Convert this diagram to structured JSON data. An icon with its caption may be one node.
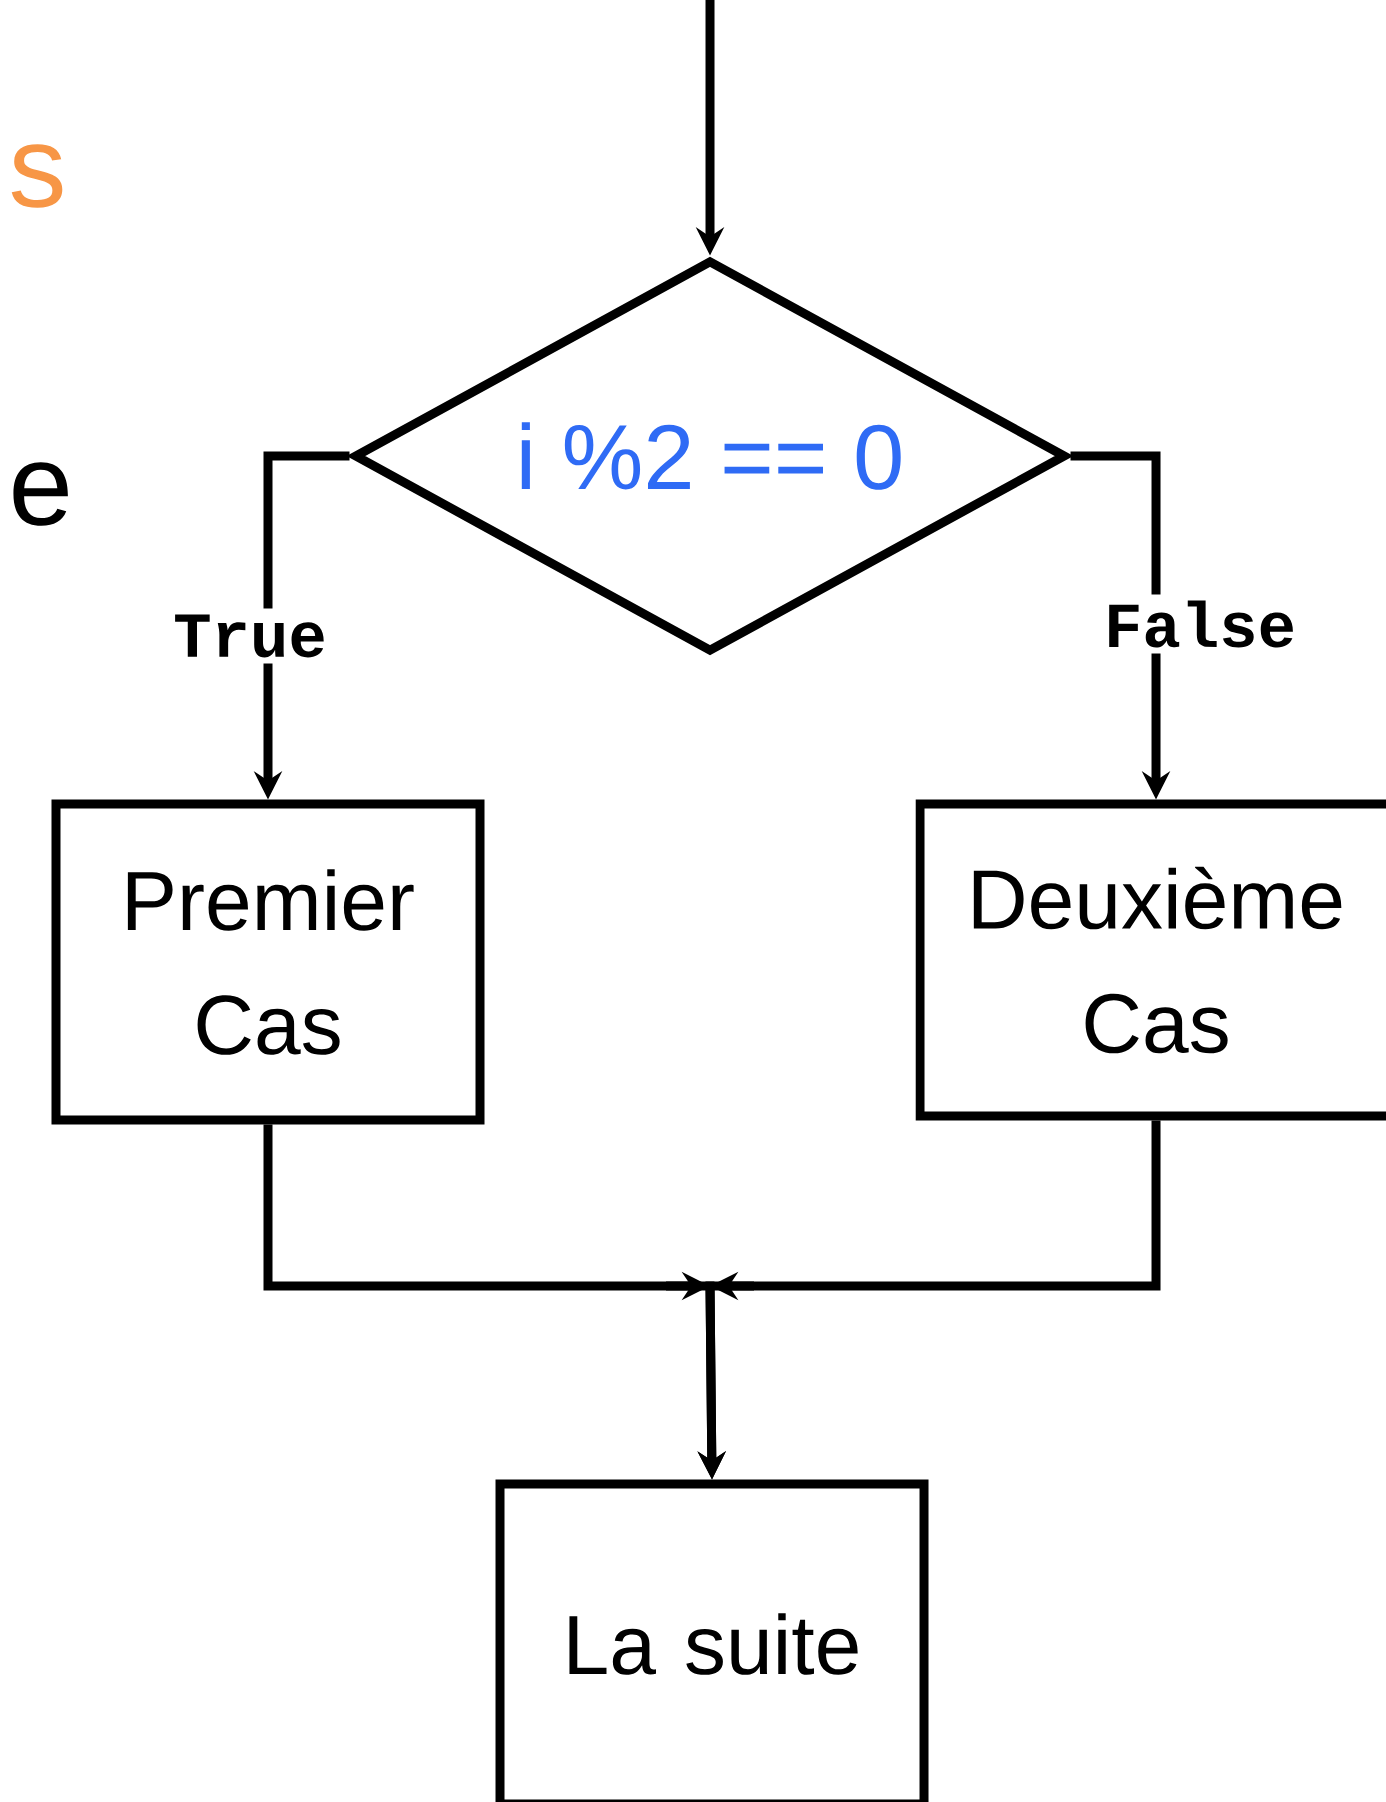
{
  "diagram": {
    "nodes": [
      {
        "text": [
          "i %2 == 0"
        ]
      },
      {
        "text": [
          "Premier Cas"
        ]
      },
      {
        "text": [
          "Deuxième Cas"
        ]
      },
      {
        "text": [
          "La suite"
        ]
      }
    ],
    "edges": [
      {
        "from": null,
        "to": 0,
        "arrow": "to"
      },
      {
        "from": 0,
        "to": 1,
        "arrow": "to",
        "label": "True"
      },
      {
        "from": 0,
        "to": 2,
        "arrow": "to",
        "label": "False"
      },
      {
        "from": 1,
        "to": 3,
        "arrow": "to"
      },
      {
        "from": 2,
        "to": 3,
        "arrow": "to"
      }
    ],
    "labels": [
      "s",
      "e"
    ]
  }
}
